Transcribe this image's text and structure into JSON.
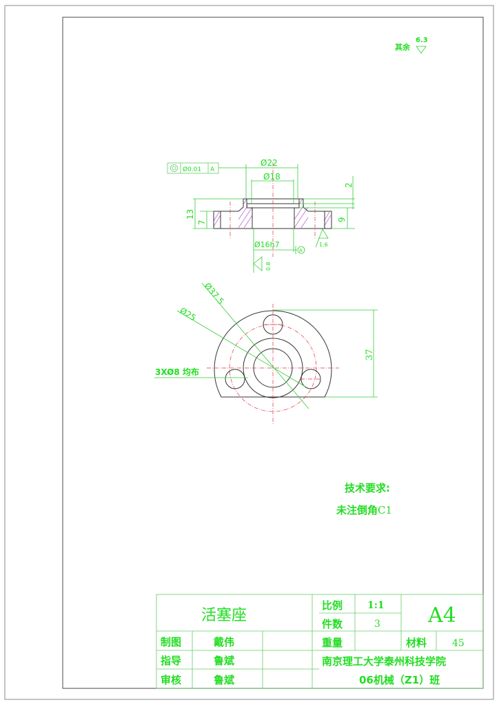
{
  "drawing": {
    "roughness_note": {
      "label": "其余",
      "value": "6.3"
    },
    "section_view": {
      "tolerance_frame": {
        "symbol": "concentricity",
        "value": "Ø0.01",
        "datum": "A"
      },
      "dims": {
        "outer_collar_dia": "Ø22",
        "inner_collar_dia": "Ø18",
        "bore_dia": "Ø16h7",
        "total_height": "13",
        "flange_height": "7",
        "slot_height": "2",
        "right_height": "9",
        "datum_label": "A",
        "roughness_bore": "0.8",
        "roughness_face": "1.6"
      }
    },
    "plan_view": {
      "dims": {
        "outer_dia": "Ø37.5",
        "pitch_dia": "Ø25",
        "height": "37",
        "holes": "3XØ8 均布"
      }
    },
    "tech_requirements": {
      "title": "技术要求:",
      "item": "未注倒角",
      "item_value": "C1"
    }
  },
  "title_block": {
    "part_name": "活塞座",
    "scale_label": "比例",
    "scale_value": "1:1",
    "qty_label": "件数",
    "qty_value": "3",
    "weight_label": "重量",
    "weight_value": "",
    "sheet_size": "A4",
    "material_label": "材料",
    "material_value": "45",
    "rows": [
      {
        "role": "制图",
        "name": "戴伟"
      },
      {
        "role": "指导",
        "name": "鲁斌"
      },
      {
        "role": "审核",
        "name": "鲁斌"
      }
    ],
    "school": "南京理工大学泰州科技学院",
    "class": "06机械（Z1）班"
  },
  "colors": {
    "dimension": "#33cc33",
    "text": "#22dd22",
    "object": "#333333",
    "centerline": "#dd3344",
    "hatch": "#c070d0"
  }
}
